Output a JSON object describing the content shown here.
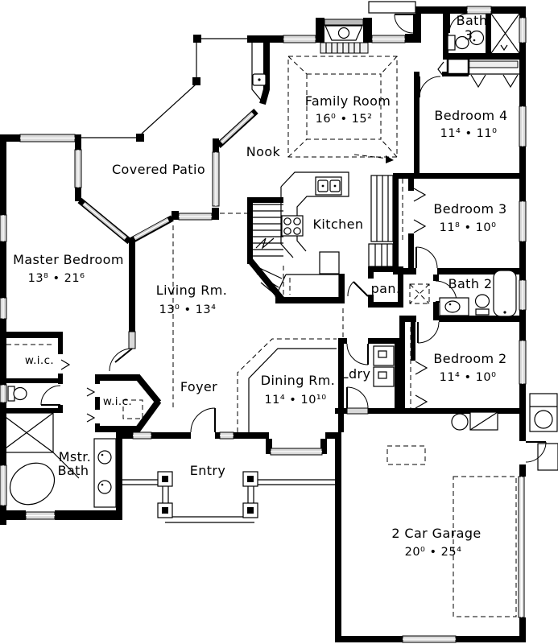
{
  "plan": {
    "rooms": {
      "covered_patio": {
        "name": "Covered Patio"
      },
      "nook": {
        "name": "Nook"
      },
      "family_room": {
        "name": "Family Room",
        "dims": "16⁰  •  15²"
      },
      "bath3": {
        "line1": "Bath",
        "line2": "3"
      },
      "bedroom4": {
        "name": "Bedroom 4",
        "dims": "11⁴  •  11⁰"
      },
      "bedroom3": {
        "name": "Bedroom 3",
        "dims": "11⁸  •  10⁰"
      },
      "bath2": {
        "name": "Bath 2"
      },
      "bedroom2": {
        "name": "Bedroom 2",
        "dims": "11⁴  •  10⁰"
      },
      "master_bedroom": {
        "name": "Master Bedroom",
        "dims": "13⁸  •  21⁶"
      },
      "living_room": {
        "name": "Living Rm.",
        "dims": "13⁰  •  13⁴"
      },
      "kitchen": {
        "name": "Kitchen"
      },
      "pantry": {
        "name": "pan."
      },
      "laundry": {
        "name": "Ldry"
      },
      "wic1": {
        "name": "w.i.c."
      },
      "wic2": {
        "name": "w.i.c."
      },
      "foyer": {
        "name": "Foyer"
      },
      "dining_room": {
        "name": "Dining Rm.",
        "dims": "11⁴  •  10¹⁰"
      },
      "master_bath": {
        "line1": "Mstr.",
        "line2": "Bath"
      },
      "entry": {
        "name": "Entry"
      },
      "garage": {
        "name": "2 Car Garage",
        "dims": "20⁰  •  25⁴"
      }
    }
  }
}
